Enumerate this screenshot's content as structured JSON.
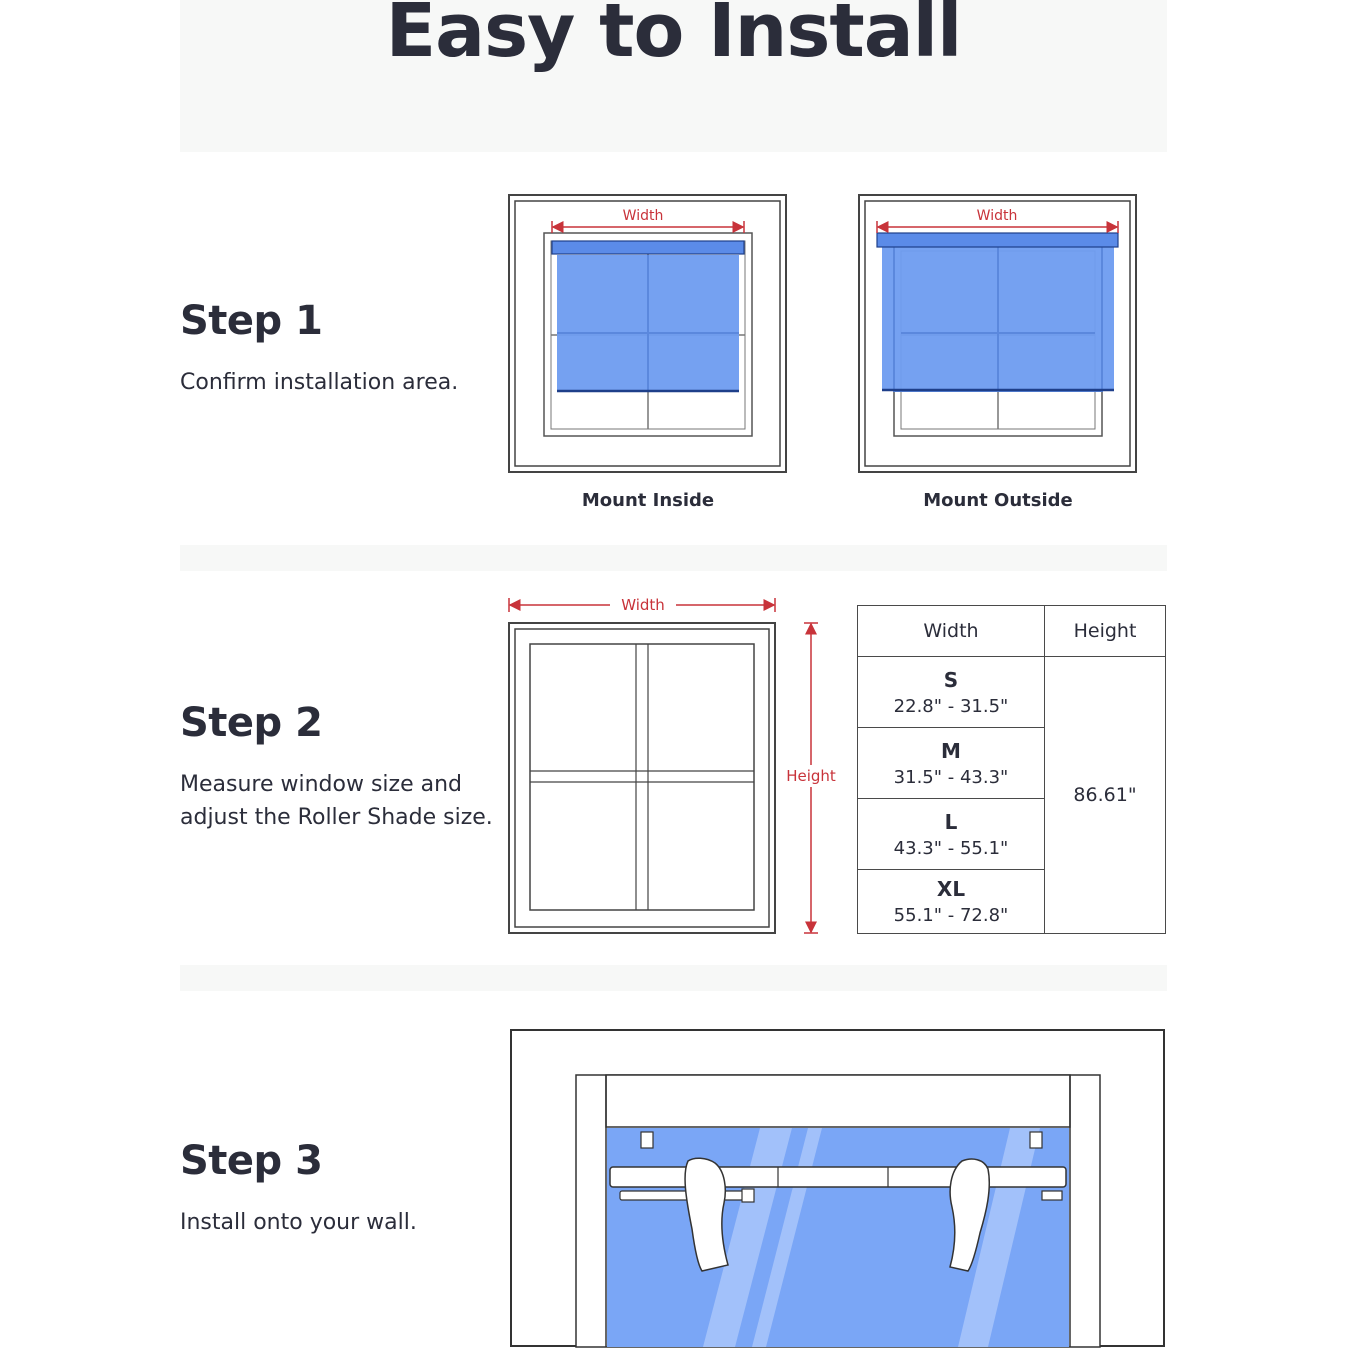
{
  "title": "Easy to Install",
  "colors": {
    "heading": "#2b2d3a",
    "shade_blue": "#6e9cf0",
    "shade_light": "#7aa6f6",
    "measure_red": "#c8333a",
    "band": "#f7f8f7"
  },
  "step1": {
    "heading": "Step 1",
    "description": "Confirm installation area.",
    "inside": {
      "width_label": "Width",
      "caption": "Mount Inside"
    },
    "outside": {
      "width_label": "Width",
      "caption": "Mount Outside"
    }
  },
  "step2": {
    "heading": "Step 2",
    "description": "Measure window size and adjust the Roller Shade size.",
    "width_label": "Width",
    "height_label": "Height",
    "table": {
      "headers": [
        "Width",
        "Height"
      ],
      "rows": [
        {
          "size": "S",
          "range": "22.8\" - 31.5\""
        },
        {
          "size": "M",
          "range": "31.5\" - 43.3\""
        },
        {
          "size": "L",
          "range": "43.3\" - 55.1\""
        },
        {
          "size": "XL",
          "range": "55.1\" - 72.8\""
        }
      ],
      "height_value": "86.61\""
    }
  },
  "step3": {
    "heading": "Step 3",
    "description": "Install onto your wall."
  }
}
